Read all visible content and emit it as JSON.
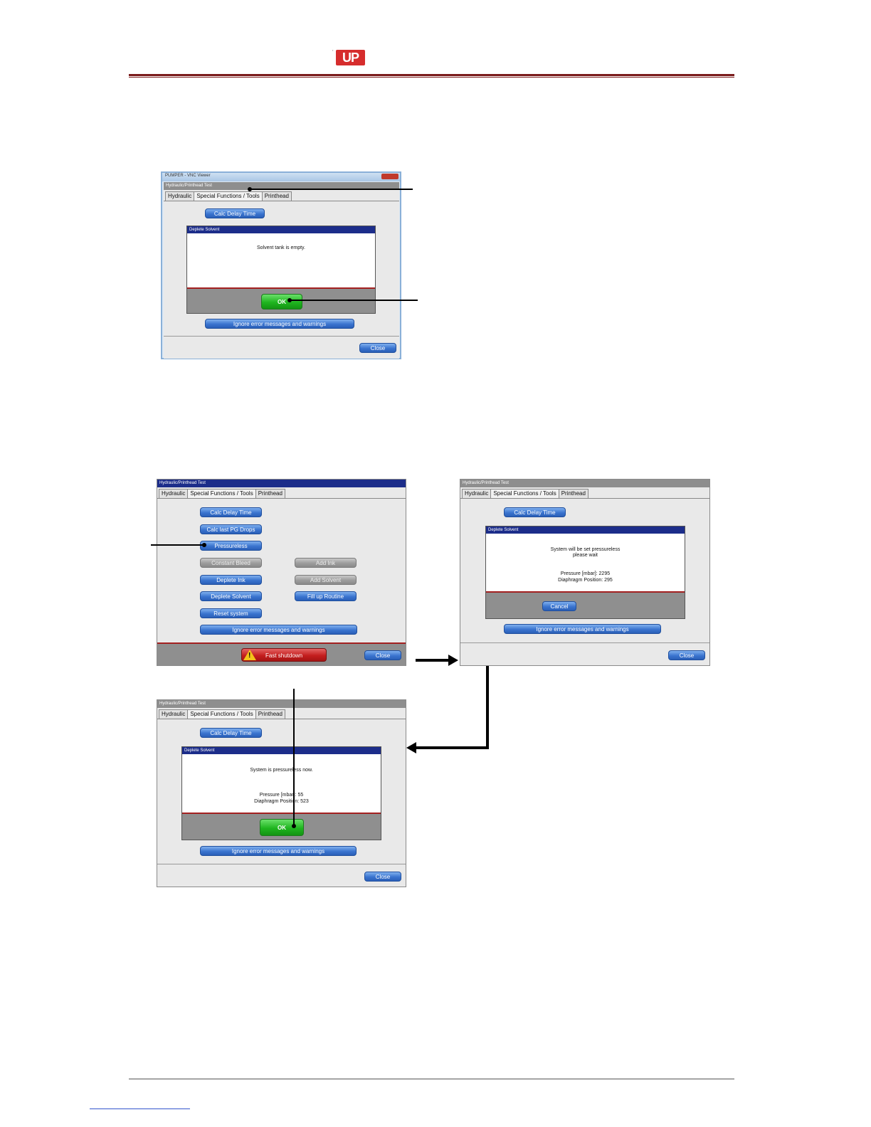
{
  "header": {
    "logo_text": "UP",
    "logo_mark": "'"
  },
  "common": {
    "hydraulic_title": "Hydraulic/Printhead Test",
    "tabs": [
      "Hydraulic",
      "Special Functions / Tools",
      "Printhead"
    ],
    "calc_delay": "Calc Delay Time",
    "ignore": "Ignore error messages and warnings",
    "close": "Close",
    "dialog_title": "Deplete Solvent",
    "ok": "OK",
    "cancel": "Cancel"
  },
  "fig1": {
    "window_title": "PUMPER - VNC Viewer",
    "message": "Solvent tank is empty."
  },
  "fig2": {
    "calc_pg": "Calc last PG Drops",
    "pressureless": "Pressureless",
    "constant_bleed": "Constant Bleed",
    "deplete_ink": "Deplete Ink",
    "deplete_solvent": "Deplete Solvent",
    "reset_system": "Reset system",
    "add_ink": "Add Ink",
    "add_solvent": "Add Solvent",
    "fill_up": "Fill up Routine",
    "fast_shutdown": "Fast shutdown"
  },
  "fig3": {
    "line1": "System will be set pressureless",
    "line2": "please wait",
    "pressure": "Pressure [mbar]:  2295",
    "diaphragm": "Diaphragm Position:  295"
  },
  "fig4": {
    "line1": "System is pressureless now.",
    "pressure": "Pressure [mbar]:  55",
    "diaphragm": "Diaphragm Position:  523"
  },
  "colors": {
    "accent_red": "#a32020",
    "title_blue": "#1c2d8a",
    "ok_green": "#1fb51f"
  }
}
